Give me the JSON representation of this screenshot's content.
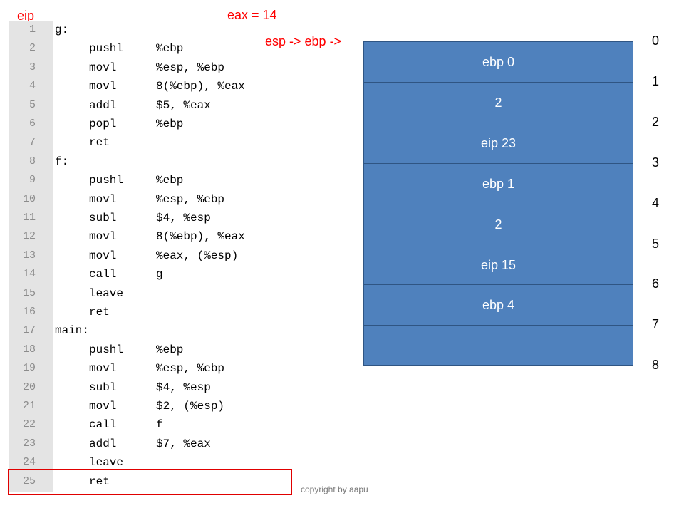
{
  "labels": {
    "eip": "eip",
    "eax": "eax = 14",
    "pointer": "esp -> ebp ->"
  },
  "code": [
    {
      "num": "1",
      "label": "g:",
      "mnem": "",
      "ops": ""
    },
    {
      "num": "2",
      "label": "",
      "mnem": "pushl",
      "ops": "%ebp"
    },
    {
      "num": "3",
      "label": "",
      "mnem": "movl",
      "ops": "%esp, %ebp"
    },
    {
      "num": "4",
      "label": "",
      "mnem": "movl",
      "ops": "8(%ebp), %eax"
    },
    {
      "num": "5",
      "label": "",
      "mnem": "addl",
      "ops": "$5, %eax"
    },
    {
      "num": "6",
      "label": "",
      "mnem": "popl",
      "ops": "%ebp"
    },
    {
      "num": "7",
      "label": "",
      "mnem": "ret",
      "ops": ""
    },
    {
      "num": "8",
      "label": "f:",
      "mnem": "",
      "ops": ""
    },
    {
      "num": "9",
      "label": "",
      "mnem": "pushl",
      "ops": "%ebp"
    },
    {
      "num": "10",
      "label": "",
      "mnem": "movl",
      "ops": "%esp, %ebp"
    },
    {
      "num": "11",
      "label": "",
      "mnem": "subl",
      "ops": "$4, %esp"
    },
    {
      "num": "12",
      "label": "",
      "mnem": "movl",
      "ops": "8(%ebp), %eax"
    },
    {
      "num": "13",
      "label": "",
      "mnem": "movl",
      "ops": "%eax, (%esp)"
    },
    {
      "num": "14",
      "label": "",
      "mnem": "call",
      "ops": "g"
    },
    {
      "num": "15",
      "label": "",
      "mnem": "leave",
      "ops": ""
    },
    {
      "num": "16",
      "label": "",
      "mnem": "ret",
      "ops": ""
    },
    {
      "num": "17",
      "label": "main:",
      "mnem": "",
      "ops": ""
    },
    {
      "num": "18",
      "label": "",
      "mnem": "pushl",
      "ops": "%ebp"
    },
    {
      "num": "19",
      "label": "",
      "mnem": "movl",
      "ops": "%esp, %ebp"
    },
    {
      "num": "20",
      "label": "",
      "mnem": "subl",
      "ops": "$4, %esp"
    },
    {
      "num": "21",
      "label": "",
      "mnem": "movl",
      "ops": "$2, (%esp)"
    },
    {
      "num": "22",
      "label": "",
      "mnem": "call",
      "ops": "f"
    },
    {
      "num": "23",
      "label": "",
      "mnem": "addl",
      "ops": "$7, %eax"
    },
    {
      "num": "24",
      "label": "",
      "mnem": "leave",
      "ops": ""
    },
    {
      "num": "25",
      "label": "",
      "mnem": "ret",
      "ops": ""
    }
  ],
  "stack": [
    "ebp 0",
    "2",
    "eip 23",
    "ebp 1",
    "2",
    "eip 15",
    "ebp 4",
    ""
  ],
  "indices": [
    "0",
    "1",
    "2",
    "3",
    "4",
    "5",
    "6",
    "7",
    "8"
  ],
  "copyright": "copyright by aapu",
  "colors": {
    "annotation": "#ff0000",
    "stack_fill": "#4f81bd",
    "stack_border": "#2f5583",
    "highlight_box": "#e00000"
  }
}
